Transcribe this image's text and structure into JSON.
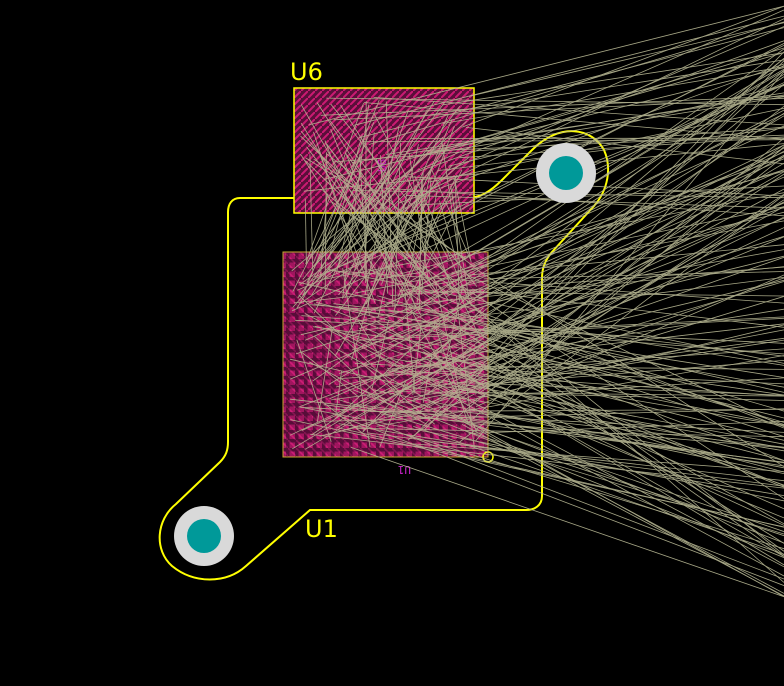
{
  "colors": {
    "background": "#000000",
    "outline": "#ffff00",
    "ratsnest": "#b8b894",
    "pad": "#cc1a73",
    "silk_small": "#cc22cc",
    "hole_ring": "#d9d9d9",
    "hole": "#009999"
  },
  "components": {
    "u6": {
      "ref": "U6",
      "footprint_label": "U6"
    },
    "u1": {
      "ref": "U1",
      "footprint_label": "U1"
    }
  },
  "mounting_holes": [
    {
      "name": "mounting-hole-top-right"
    },
    {
      "name": "mounting-hole-bottom-left"
    }
  ]
}
